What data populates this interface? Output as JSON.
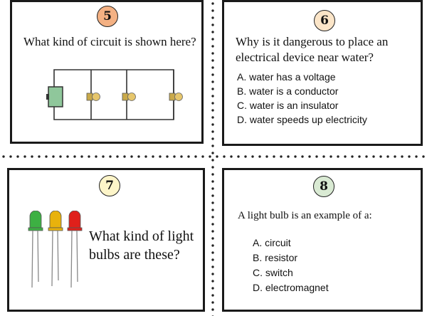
{
  "cards": [
    {
      "number": "5",
      "badge_color": "#f4b183",
      "question": "What kind of circuit is shown here?"
    },
    {
      "number": "6",
      "badge_color": "#fbe5c8",
      "question": "Why is it dangerous to place an electrical device near water?",
      "options": [
        "A. water has a voltage",
        "B. water is a conductor",
        "C. water is an insulator",
        "D. water speeds up electricity"
      ]
    },
    {
      "number": "7",
      "badge_color": "#fdf5c9",
      "question_line1": "What kind of light",
      "question_line2": "bulbs are these?",
      "led_colors": [
        "#3db043",
        "#e8b20c",
        "#e0201b"
      ]
    },
    {
      "number": "8",
      "badge_color": "#d9ead3",
      "question": "A light bulb is an example of a:",
      "options": [
        "A. circuit",
        "B. resistor",
        "C. switch",
        "D. electromagnet"
      ]
    }
  ],
  "colors": {
    "border": "#1a1a1a",
    "battery_fill": "#8fc79b",
    "bulb_fill": "#e6c66c"
  }
}
